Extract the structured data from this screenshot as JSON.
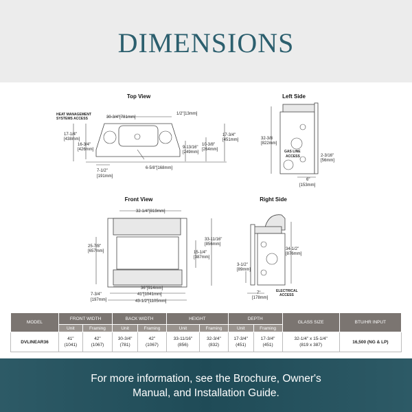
{
  "header": {
    "title": "DIMENSIONS"
  },
  "top_view": {
    "title": "Top View",
    "heat_label_1": "HEAT MANAGEMENT",
    "heat_label_2": "SYSTEMS ACCESS",
    "dims": [
      "30-3/4\"[781mm]",
      "1/2\"[13mm]",
      "17-1/4\"",
      "[438mm]",
      "16-3/4\"",
      "[426mm]",
      "9-13/16\"",
      "[249mm]",
      "10-3/8\"",
      "[264mm]",
      "17-3/4\"",
      "[451mm]",
      "6-5/8\"[168mm]",
      "7-1/2\"",
      "[191mm]"
    ]
  },
  "left_side": {
    "title": "Left Side",
    "gas_1": "GAS LINE",
    "gas_2": "ACCESS",
    "dims": [
      "32-3/8",
      "[822mm]",
      "2-3/16\"",
      "[56mm]",
      "6\"",
      "[153mm]"
    ]
  },
  "front_view": {
    "title": "Front View",
    "dims": [
      "32-1/4\"[819mm]",
      "25-7/8\"",
      "[657mm]",
      "33-11/16\"",
      "[856mm]",
      "15-1/4\"",
      "[387mm]",
      "7-3/4\"",
      "[197mm]",
      "36\"[914mm]",
      "41\"[1041mm]",
      "43-1/2\"[1105mm]"
    ]
  },
  "right_side": {
    "title": "Right Side",
    "elec_1": "ELECTRICAL",
    "elec_2": "ACCESS",
    "dims": [
      "34-1/2\"",
      "[876mm]",
      "3-1/2\"",
      "[89mm]",
      "7\"",
      "[178mm]"
    ]
  },
  "table": {
    "headers": {
      "model": "MODEL",
      "front_width": "FRONT WIDTH",
      "back_width": "BACK WIDTH",
      "height": "HEIGHT",
      "depth": "DEPTH",
      "glass_size": "GLASS SIZE",
      "btu": "BTU/HR INPUT",
      "unit": "Unit",
      "framing": "Framing"
    },
    "row": {
      "model": "DVLINEAR36",
      "fw_unit": [
        "41\"",
        "(1041)"
      ],
      "fw_framing": [
        "42\"",
        "(1067)"
      ],
      "bw_unit": [
        "30-3/4\"",
        "(781)"
      ],
      "bw_framing": [
        "42\"",
        "(1067)"
      ],
      "h_unit": [
        "33-11/16\"",
        "(856)"
      ],
      "h_framing": [
        "32-3/4\"",
        "(832)"
      ],
      "d_unit": [
        "17-3/4\"",
        "(451)"
      ],
      "d_framing": [
        "17-3/4\"",
        "(451)"
      ],
      "glass": [
        "32-1/4\" x 15-1/4\"",
        "(819 x 387)"
      ],
      "btu": "16,500 (NG & LP)"
    }
  },
  "footer": {
    "line1": "For more information, see the Brochure, Owner's",
    "line2": "Manual, and Installation Guide."
  },
  "colors": {
    "title": "#2c5f6e",
    "table_header": "#7b7571",
    "footer": "#1f4b57"
  }
}
